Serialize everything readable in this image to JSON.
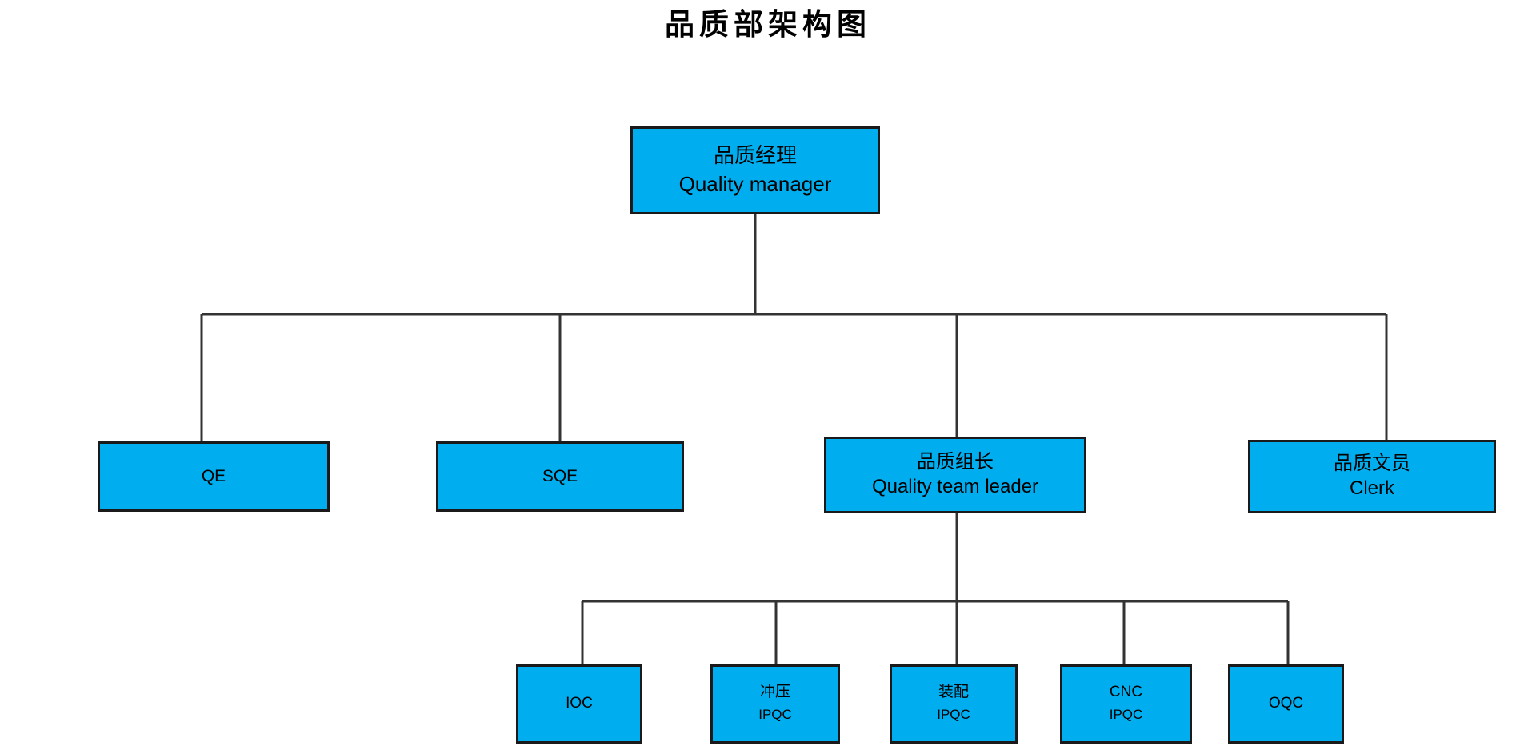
{
  "chart": {
    "title": "品质部架构图",
    "type": "org-chart",
    "box_fill_color": "#00AEEF",
    "box_border_color": "#1a1a1a",
    "connector_color": "#333333",
    "background_color": "#ffffff"
  },
  "nodes": {
    "root": {
      "id": "quality-manager",
      "cn": "品质经理",
      "en": "Quality manager",
      "level": 1
    },
    "level2": [
      {
        "id": "qe",
        "cn": "",
        "en": "QE",
        "level": 2
      },
      {
        "id": "sqe",
        "cn": "",
        "en": "SQE",
        "level": 2
      },
      {
        "id": "quality-team-leader",
        "cn": "品质组长",
        "en": "Quality team leader",
        "level": 2
      },
      {
        "id": "quality-clerk",
        "cn": "品质文员",
        "en": "Clerk",
        "level": 2
      }
    ],
    "level3": [
      {
        "id": "ioc",
        "cn": "",
        "en": "IOC",
        "level": 3
      },
      {
        "id": "stamping",
        "cn": "冲压",
        "en": "IPQC",
        "level": 3
      },
      {
        "id": "assembly",
        "cn": "装配",
        "en": "IPQC",
        "level": 3
      },
      {
        "id": "cnc",
        "cn": "CNC",
        "en": "IPQC",
        "level": 3
      },
      {
        "id": "oqc",
        "cn": "",
        "en": "OQC",
        "level": 3
      }
    ]
  },
  "hierarchy": {
    "quality-manager": [
      "qe",
      "sqe",
      "quality-team-leader",
      "quality-clerk"
    ],
    "quality-team-leader": [
      "ioc",
      "stamping",
      "assembly",
      "cnc",
      "oqc"
    ]
  }
}
